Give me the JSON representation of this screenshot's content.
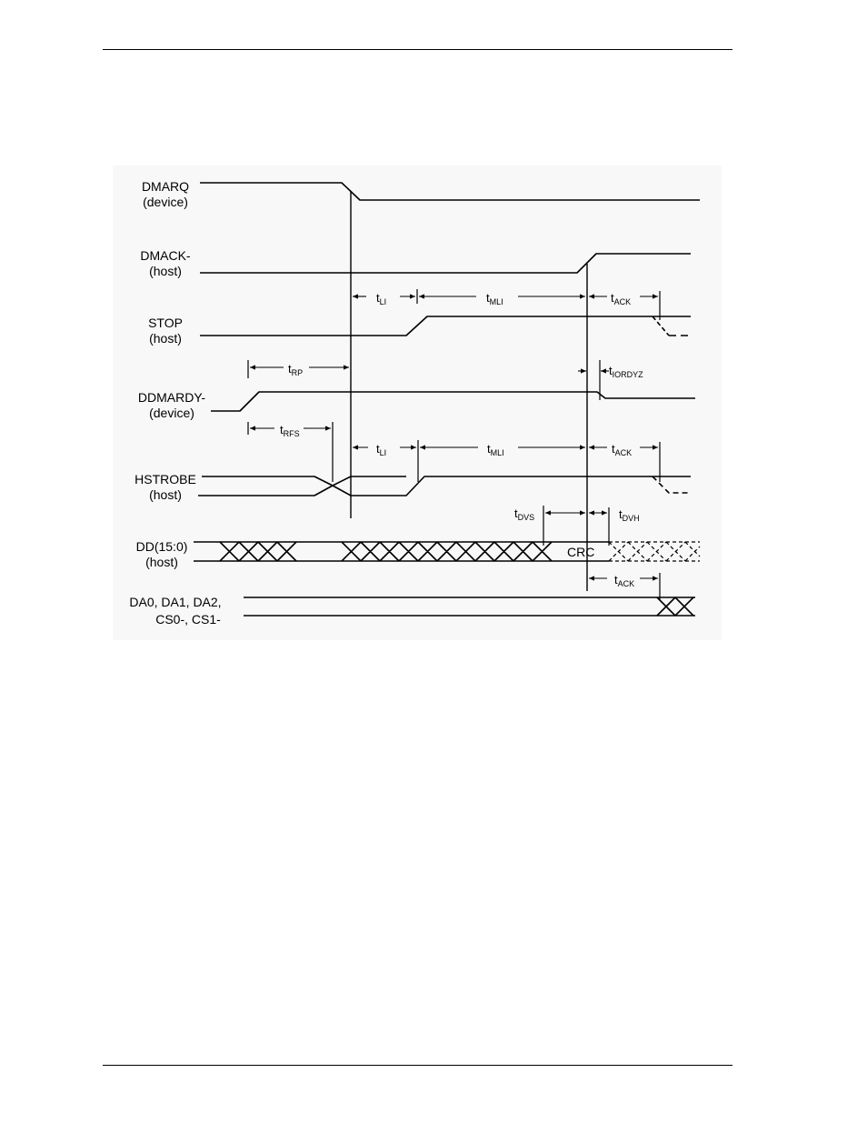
{
  "signals": [
    {
      "id": "dmarq",
      "name": "DMARQ",
      "role": "(device)"
    },
    {
      "id": "dmack",
      "name": "DMACK-",
      "role": "(host)"
    },
    {
      "id": "stop",
      "name": "STOP",
      "role": "(host)"
    },
    {
      "id": "ddmardy",
      "name": "DDMARDY-",
      "role": "(device)"
    },
    {
      "id": "hstrobe",
      "name": "HSTROBE",
      "role": "(host)"
    },
    {
      "id": "dd",
      "name": "DD(15:0)",
      "role": "(host)"
    },
    {
      "id": "da",
      "name": "DA0, DA1, DA2,",
      "role": "CS0-, CS1-"
    }
  ],
  "timing_labels": {
    "li_1": {
      "main": "t",
      "sub": "LI"
    },
    "mli_1": {
      "main": "t",
      "sub": "MLI"
    },
    "ack_1": {
      "main": "t",
      "sub": "ACK"
    },
    "rp": {
      "main": "t",
      "sub": "RP"
    },
    "iordyz": {
      "main": "t",
      "sub": "IORDYZ"
    },
    "rfs": {
      "main": "t",
      "sub": "RFS"
    },
    "li_2": {
      "main": "t",
      "sub": "LI"
    },
    "mli_2": {
      "main": "t",
      "sub": "MLI"
    },
    "ack_2": {
      "main": "t",
      "sub": "ACK"
    },
    "dvs": {
      "main": "t",
      "sub": "DVS"
    },
    "dvh": {
      "main": "t",
      "sub": "DVH"
    },
    "ack_3": {
      "main": "t",
      "sub": "ACK"
    }
  },
  "bus_value": "CRC"
}
